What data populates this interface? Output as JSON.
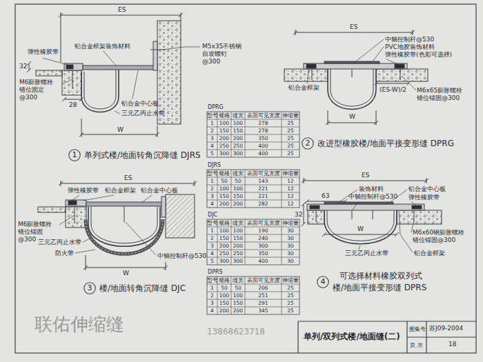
{
  "diagram": {
    "title": "单列/双列式楼/地面缝(二)",
    "nodes": [
      {
        "text": [
          "1"
        ]
      },
      {
        "text": [
          "2"
        ]
      },
      {
        "text": [
          "3"
        ]
      },
      {
        "text": [
          "4"
        ]
      }
    ],
    "labels": [
      "ES",
      "弹性橡胶带",
      "铝合金框架装饰材料",
      "M5x35不锈钢 自攻螺钉@300",
      "32",
      "28",
      "M6膨胀螺栓 错位固定@300",
      "铝合金中心板",
      "三元乙丙止水带",
      "W",
      "单列式楼/地面转角沉降缝 DJRS",
      "ES",
      "中轴控制杆@530",
      "PVC地胶装饰材料",
      "弹性橡胶带(色彩可选择)",
      "铝合金框架",
      "(ES-W)/2",
      "M6x65膨胀螺栓 错位锚固@300",
      "W",
      "改进型橡胶楼/地面平接变形缝 DPRG",
      "ES",
      "弹性橡胶带",
      "铝合金框架",
      "铝合金中心板",
      "M6膨胀螺栓 错位锚固@300",
      "三元乙丙止水带",
      "防火带",
      "中轴控制杆@530",
      "W",
      "楼/地面转角沉降缝 DJC",
      "ES",
      "63",
      "装饰材料",
      "铝合金中心板",
      "中轴控制杆@530",
      "弹性橡胶带",
      "32",
      "M6x60钢膨胀螺栓 错位锚固@300",
      "W",
      "三元乙丙止水带",
      "铝合金框架",
      "可选择材料橡胶双列式",
      "楼/地面平接变形缝 DPRS",
      "图集号",
      "苏J09-2004",
      "页 次",
      "18",
      "联佑伸缩缝",
      "13868623718",
      "DPRG",
      "型号",
      "规格",
      "缝宽",
      "表面可见宽度",
      "伸缩量",
      "1",
      "100",
      "100",
      "278",
      "25",
      "2",
      "150",
      "150",
      "278",
      "25",
      "3",
      "200",
      "200",
      "350",
      "25",
      "4",
      "250",
      "250",
      "400",
      "25",
      "5",
      "300",
      "300",
      "400",
      "25",
      "DJRS",
      "型号",
      "规格",
      "缝宽",
      "表面可见宽度",
      "伸缩量",
      "1",
      "50",
      "50",
      "143",
      "12",
      "2",
      "100",
      "100",
      "221",
      "12",
      "3",
      "150",
      "150",
      "221",
      "12",
      "4",
      "200",
      "200",
      "282",
      "12",
      "DJC",
      "型号",
      "规格",
      "缝宽",
      "表面可见宽度",
      "伸缩量",
      "1",
      "100",
      "100",
      "190",
      "30",
      "2",
      "150",
      "150",
      "240",
      "30",
      "3",
      "200",
      "200",
      "300",
      "30",
      "4",
      "250",
      "250",
      "350",
      "30",
      "5",
      "300",
      "300",
      "400",
      "30",
      "DPRS",
      "型号",
      "规格",
      "缝宽",
      "表面可见宽度",
      "伸缩量",
      "1",
      "50",
      "50",
      "206",
      "25",
      "2",
      "100",
      "100",
      "251",
      "25",
      "3",
      "150",
      "150",
      "291",
      "25",
      "4",
      "200",
      "200",
      "345",
      "25"
    ]
  }
}
